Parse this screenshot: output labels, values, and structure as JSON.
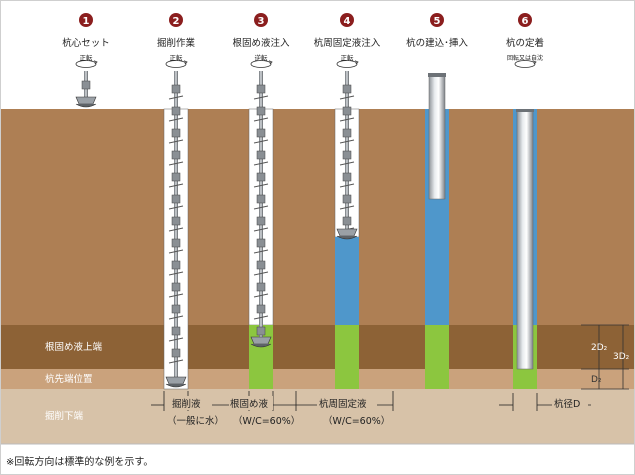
{
  "steps": [
    {
      "number": "1",
      "title": "杭心セット",
      "rotation": "正転"
    },
    {
      "number": "2",
      "title": "掘削作業",
      "rotation": "正転"
    },
    {
      "number": "3",
      "title": "根固め液注入",
      "rotation": "逆転"
    },
    {
      "number": "4",
      "title": "杭周固定液注入",
      "rotation": "正転"
    },
    {
      "number": "5",
      "title": "杭の建込･挿入",
      "rotation": ""
    },
    {
      "number": "6",
      "title": "杭の定着",
      "rotation": "回転又は自沈"
    }
  ],
  "layers": {
    "root_top": "根固め液上端",
    "pile_tip": "杭先端位置",
    "excavation_bottom": "掘削下端"
  },
  "fluids": {
    "drilling": {
      "name": "掘削液",
      "note": "（一般に水）"
    },
    "root": {
      "name": "根固め液",
      "note": "（W/C=60%）"
    },
    "perimeter": {
      "name": "杭周固定液",
      "note": "（W/C=60%）"
    }
  },
  "dimensions": {
    "pile_diameter": "杭径D",
    "two_d2": "2D₂",
    "three_d2": "3D₂",
    "d2": "D₂"
  },
  "note": "※回転方向は標準的な例を示す。",
  "colors": {
    "sky": "#ffffff",
    "soil_upper": "#ae7f54",
    "soil_root": "#8d6236",
    "soil_tip": "#caa27c",
    "soil_bottom": "#d7c2a8",
    "water": "#4f97cb",
    "root_fluid": "#8cc63f",
    "step_circle": "#8b1e1e"
  }
}
